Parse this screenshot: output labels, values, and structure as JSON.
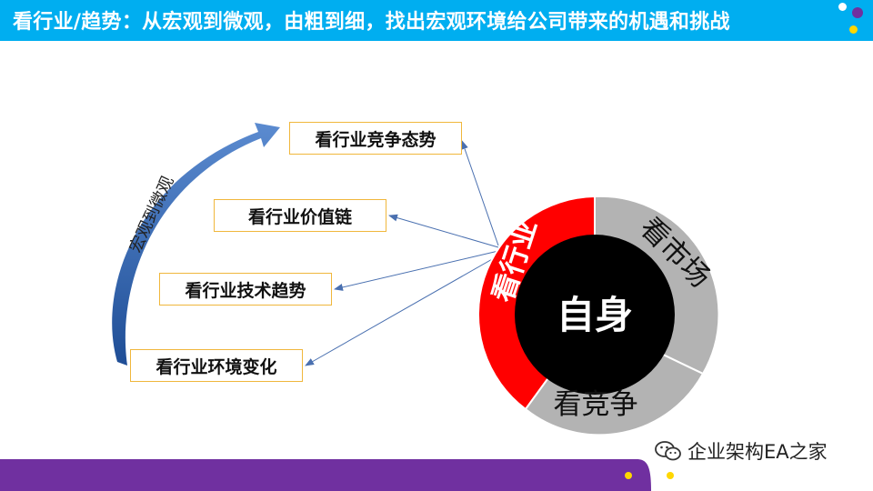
{
  "title": "看行业/趋势：从宏观到微观，由粗到细，找出宏观环境给公司带来的机遇和挑战",
  "arrow_label": "宏观到微观",
  "boxes": [
    {
      "label": "看行业竞争态势"
    },
    {
      "label": "看行业价值链"
    },
    {
      "label": "看行业技术趋势"
    },
    {
      "label": "看行业环境变化"
    }
  ],
  "ring": {
    "center": "自身",
    "segments": [
      {
        "label": "看行业",
        "color": "#ff0000"
      },
      {
        "label": "看市场",
        "color": "#b3b3b3"
      },
      {
        "label": "看竞争",
        "color": "#b3b3b3"
      }
    ]
  },
  "watermark": "企业架构EA之家",
  "colors": {
    "title_bar": "#00aef0",
    "box_border": "#f0b73c",
    "connector": "#4a70b0",
    "footer_purple": "#7030a0",
    "footer_yellow": "#ffd700"
  }
}
